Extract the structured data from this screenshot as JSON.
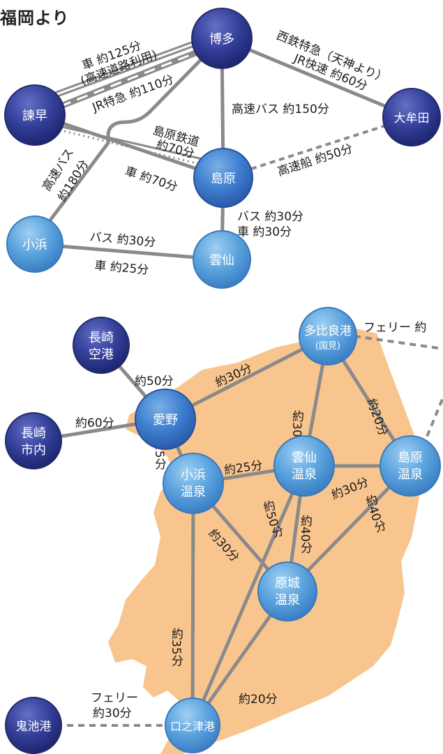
{
  "title": "福岡より",
  "colors": {
    "node_dark": "#2a3690",
    "node_mid": "#3f73c9",
    "node_light": "#5aa2dc",
    "route": "#8a8a8a",
    "island": "#f9c58e"
  },
  "top": {
    "nodes": {
      "hakata": "博多",
      "isahaya": "諫早",
      "omuta": "大牟田",
      "shimabara": "島原",
      "obama": "小浜",
      "unzen": "雲仙"
    },
    "labels": {
      "car_hakata_isahaya": "車 約125分",
      "car_note": "(高速道路利用)",
      "jr_tokkyu": "JR特急 約110分",
      "nishitetsu_1": "西鉄特急（天神より）",
      "nishitetsu_2": "JR快速 約60分",
      "bus_hakata_shimabara": "高速バス 約150分",
      "shimabara_rail_1": "島原鉄道",
      "shimabara_rail_2": "約70分",
      "car_isahaya_shimabara": "車 約70分",
      "highway_bus_1": "高速バス",
      "highway_bus_2": "約180分",
      "ferry_omuta": "高速船 約50分",
      "bus_shimabara_unzen": "バス 約30分",
      "car_shimabara_unzen": "車 約30分",
      "bus_obama_unzen": "バス 約30分",
      "car_obama_unzen": "車 約25分"
    }
  },
  "bottom": {
    "nodes": {
      "nagasaki_airport": [
        "長崎",
        "空港"
      ],
      "nagasaki_city": [
        "長崎",
        "市内"
      ],
      "aino": [
        "愛野"
      ],
      "taira": [
        "多比良港"
      ],
      "taira_sub": "(国見)",
      "shimabara_onsen": [
        "島原",
        "温泉"
      ],
      "unzen_onsen": [
        "雲仙",
        "温泉"
      ],
      "obama_onsen": [
        "小浜",
        "温泉"
      ],
      "harajo_onsen": [
        "原城",
        "温泉"
      ],
      "onigaike": [
        "鬼池港"
      ],
      "kuchinotsu": [
        "口之津港"
      ]
    },
    "labels": {
      "airport_aino": "約50分",
      "city_aino": "約60分",
      "aino_taira": "約30分",
      "ferry_taira": "フェリー 約",
      "taira_shimabara_v": "約20分",
      "taira_unzen_v": "約30分",
      "aino_obama_v": "約25分",
      "shimabara_unzen": "約30分",
      "obama_unzen": "約25分",
      "unzen_kuchinotsu_v": "約50分",
      "unzen_harajo_v": "約40分",
      "shimabara_harajo_v": "約40分",
      "obama_harajo": "約30分",
      "obama_kuchinotsu_v": "約35分",
      "harajo_kuchinotsu": "約20分",
      "ferry_onigaike_1": "フェリー",
      "ferry_onigaike_2": "約30分"
    }
  }
}
